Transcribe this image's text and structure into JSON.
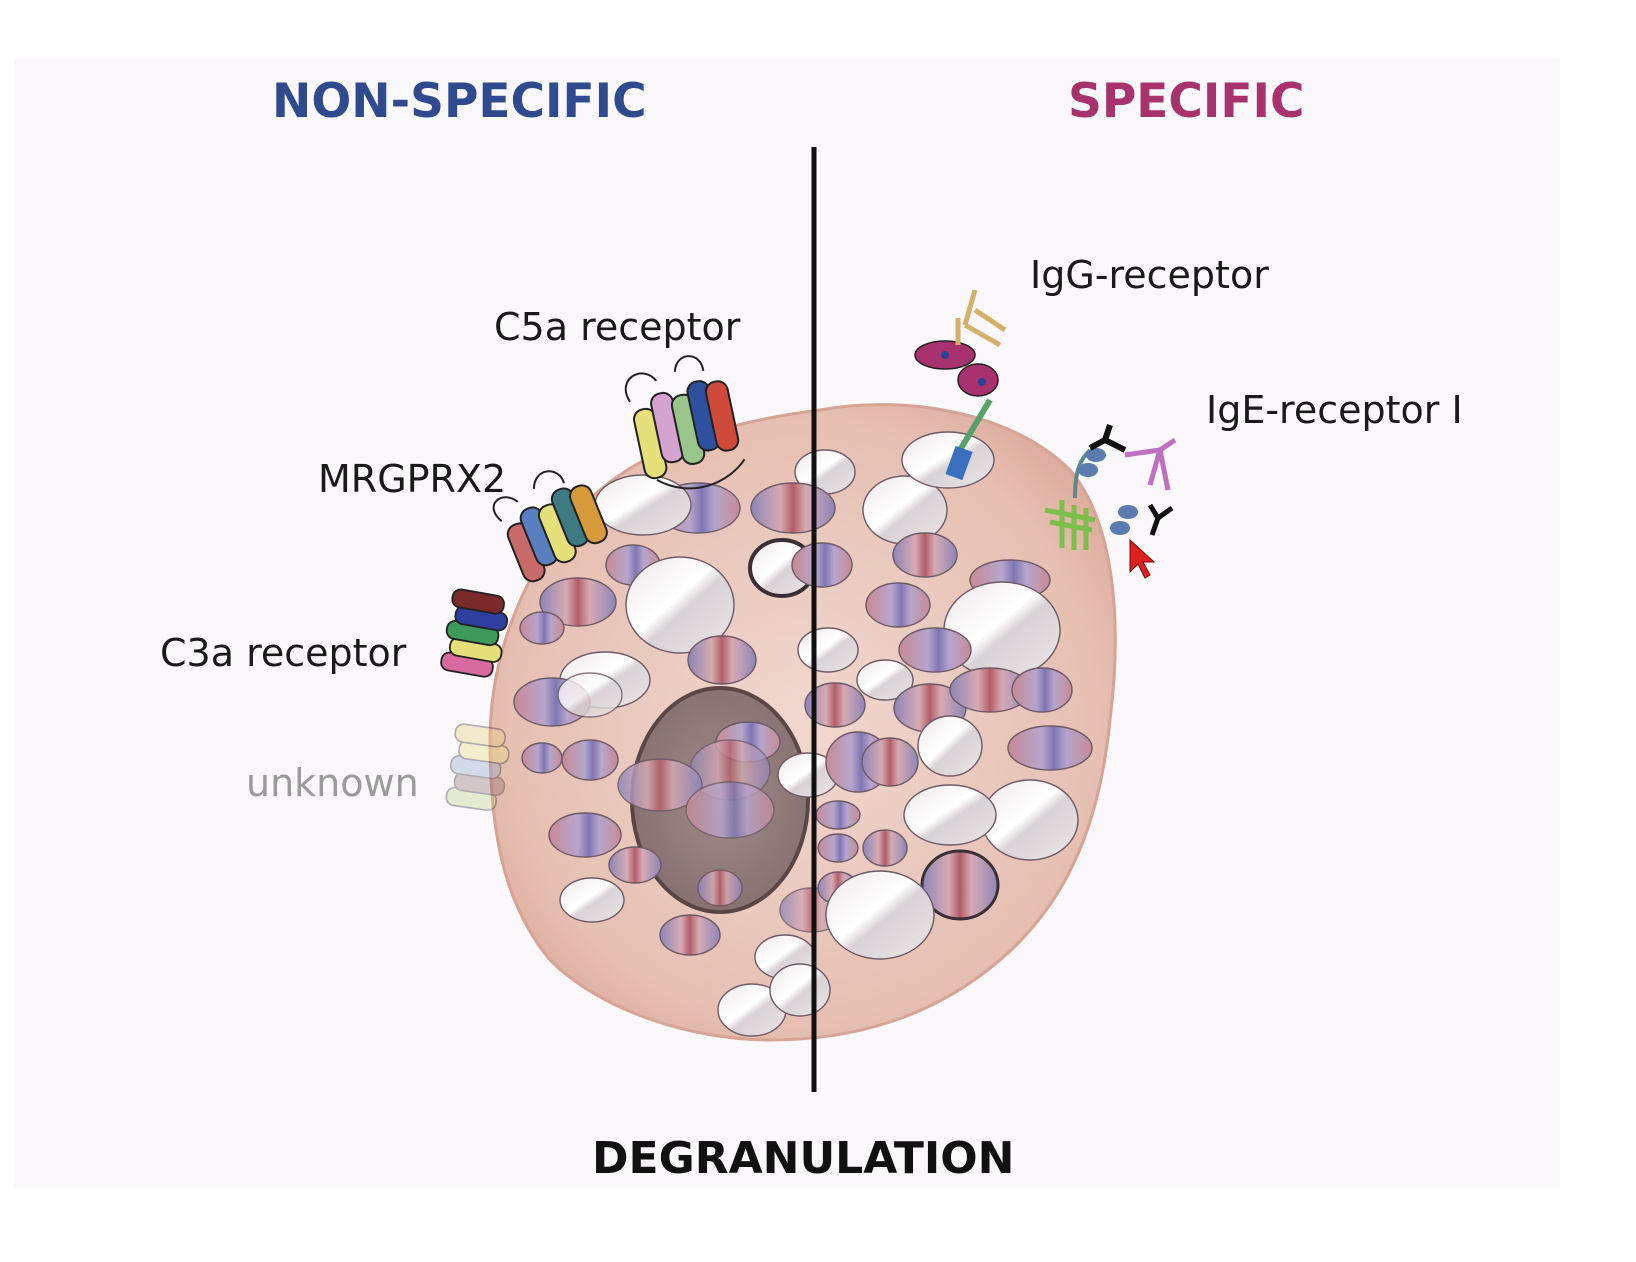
{
  "headers": {
    "left": "NON-SPECIFIC",
    "right": "SPECIFIC",
    "bottom": "DEGRANULATION"
  },
  "receptors": {
    "c5a": "C5a receptor",
    "mrgprx2": "MRGPRX2",
    "c3a": "C3a receptor",
    "unknown": "unknown",
    "igg": "IgG-receptor",
    "ige": "IgE-receptor I"
  },
  "colors": {
    "nonspecific": "#2f4a8f",
    "specific": "#a8326e",
    "unknown_text": "#9a9a9a",
    "cell_fill": "#e8c3b6",
    "background_panel": "#fbf8fb",
    "cursor": "#e0201c"
  },
  "icons": [
    "gpcr-receptor-icon",
    "antibody-icon",
    "granule-icon",
    "nucleus-icon",
    "cursor-arrow-icon"
  ]
}
